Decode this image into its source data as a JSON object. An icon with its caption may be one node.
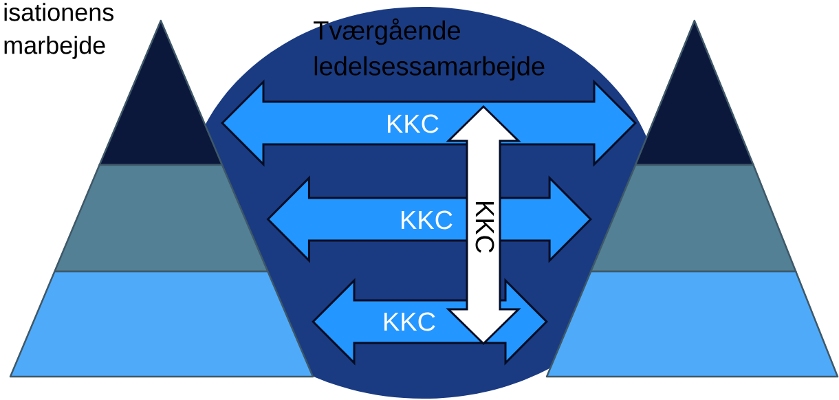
{
  "diagram": {
    "nodes": [
      {
        "text": [
          "Tværgående ledelsessamarbejde"
        ]
      },
      {
        "text": [],
        "shape": "triangle"
      },
      {
        "text": [],
        "shape": "trapezoid"
      },
      {
        "text": [],
        "shape": "trapezoid"
      },
      {
        "text": [],
        "shape": "triangle"
      },
      {
        "text": [],
        "shape": "trapezoid"
      },
      {
        "text": [],
        "shape": "trapezoid"
      },
      {
        "text": [
          "KKC"
        ],
        "in": 0
      }
    ],
    "edges": [
      {
        "from": 1,
        "to": 4,
        "arrow": "both",
        "label": "KKC"
      },
      {
        "from": 2,
        "to": 5,
        "arrow": "both",
        "label": "KKC"
      },
      {
        "from": 3,
        "to": 6,
        "arrow": "both",
        "label": "KKC"
      }
    ],
    "labels": [
      "isationens marbejde"
    ]
  }
}
